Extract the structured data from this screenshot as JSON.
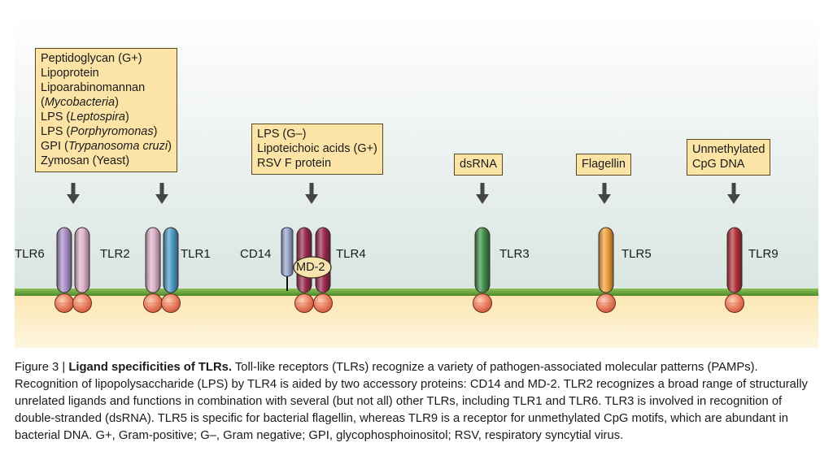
{
  "ligand_boxes": {
    "tlr2_group": {
      "lines": [
        [
          "Peptidoglycan (G+)"
        ],
        [
          "Lipoprotein"
        ],
        [
          "Lipoarabinomannan"
        ],
        [
          "(",
          "Mycobacteria",
          ")"
        ],
        [
          "LPS (",
          "Leptospira",
          ")"
        ],
        [
          "LPS (",
          "Porphyromonas",
          ")"
        ],
        [
          "GPI (",
          "Trypanosoma cruzi",
          ")"
        ],
        [
          "Zymosan (Yeast)"
        ]
      ]
    },
    "tlr4": {
      "lines": [
        [
          "LPS (G–)"
        ],
        [
          "Lipoteichoic acids (G+)"
        ],
        [
          "RSV F protein"
        ]
      ]
    },
    "tlr3": {
      "lines": [
        [
          "dsRNA"
        ]
      ]
    },
    "tlr5": {
      "lines": [
        [
          "Flagellin"
        ]
      ]
    },
    "tlr9": {
      "lines": [
        [
          "Unmethylated"
        ],
        [
          "CpG DNA"
        ]
      ]
    }
  },
  "receptors": {
    "tlr6": "TLR6",
    "tlr2": "TLR2",
    "tlr1": "TLR1",
    "cd14": "CD14",
    "md2": "MD-2",
    "tlr4": "TLR4",
    "tlr3": "TLR3",
    "tlr5": "TLR5",
    "tlr9": "TLR9"
  },
  "colors": {
    "background_top": "#ffffff",
    "background_mid": "#dbe7e3",
    "membrane": "#6ea33a",
    "cytoplasm": "#fdf0cc",
    "label_box": "#fbe4a6",
    "tir_domain": "#e8795c",
    "tlr6": "#a78fc6",
    "tlr2": "#dcb2c8",
    "tlr1": "#4d9ac8",
    "tlr4": "#9a2a4e",
    "cd14": "#9aa6cc",
    "md2": "#f6e3ad",
    "tlr3": "#3f8f4a",
    "tlr5": "#eea03a",
    "tlr9": "#b33238"
  },
  "caption": {
    "figure_label": "Figure 3 | ",
    "title": "Ligand specificities of TLRs.",
    "body": " Toll-like receptors (TLRs) recognize a variety of pathogen-associated molecular patterns (PAMPs). Recognition of lipopolysaccharide (LPS) by TLR4 is aided by two accessory proteins: CD14 and MD-2. TLR2 recognizes a broad range of structurally unrelated ligands and functions in combination with several (but not all) other TLRs, including TLR1 and TLR6. TLR3 is involved in recognition of double-stranded (dsRNA). TLR5 is specific for bacterial flagellin, whereas TLR9 is a receptor for unmethylated CpG motifs, which are abundant in bacterial DNA. G+, Gram-positive; G–, Gram negative; GPI, glycophosphoinositol; RSV, respiratory syncytial virus."
  }
}
